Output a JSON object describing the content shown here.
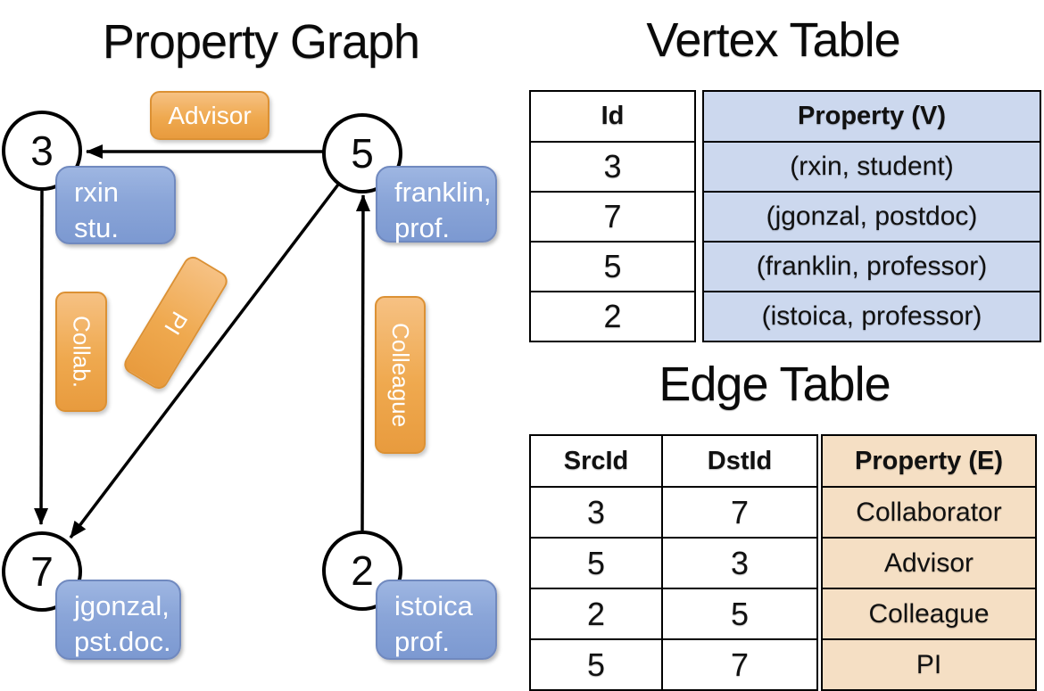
{
  "graph": {
    "title": "Property Graph",
    "nodes": [
      {
        "id": "3",
        "label_lines": [
          "rxin",
          "stu."
        ]
      },
      {
        "id": "5",
        "label_lines": [
          "franklin,",
          "prof."
        ]
      },
      {
        "id": "7",
        "label_lines": [
          "jgonzal,",
          "pst.doc."
        ]
      },
      {
        "id": "2",
        "label_lines": [
          "istoica",
          "prof."
        ]
      }
    ],
    "edges": [
      {
        "src": "5",
        "dst": "3",
        "label": "Advisor"
      },
      {
        "src": "3",
        "dst": "7",
        "label": "Collab."
      },
      {
        "src": "5",
        "dst": "7",
        "label": "PI"
      },
      {
        "src": "2",
        "dst": "5",
        "label": "Colleague"
      }
    ]
  },
  "vertex_table": {
    "title": "Vertex Table",
    "columns": [
      "Id",
      "Property (V)"
    ],
    "rows": [
      [
        "3",
        "(rxin, student)"
      ],
      [
        "7",
        "(jgonzal, postdoc)"
      ],
      [
        "5",
        "(franklin, professor)"
      ],
      [
        "2",
        "(istoica, professor)"
      ]
    ]
  },
  "edge_table": {
    "title": "Edge Table",
    "columns": [
      "SrcId",
      "DstId",
      "Property (E)"
    ],
    "rows": [
      [
        "3",
        "7",
        "Collaborator"
      ],
      [
        "5",
        "3",
        "Advisor"
      ],
      [
        "2",
        "5",
        "Colleague"
      ],
      [
        "5",
        "7",
        "PI"
      ]
    ]
  },
  "colors": {
    "edge_label_fill": "#EFA94F",
    "vertex_label_fill": "#8AA5D8",
    "vertex_table_cell_bg": "#CCD8EE",
    "edge_table_cell_bg": "#F5DFC4",
    "line": "#000000"
  }
}
